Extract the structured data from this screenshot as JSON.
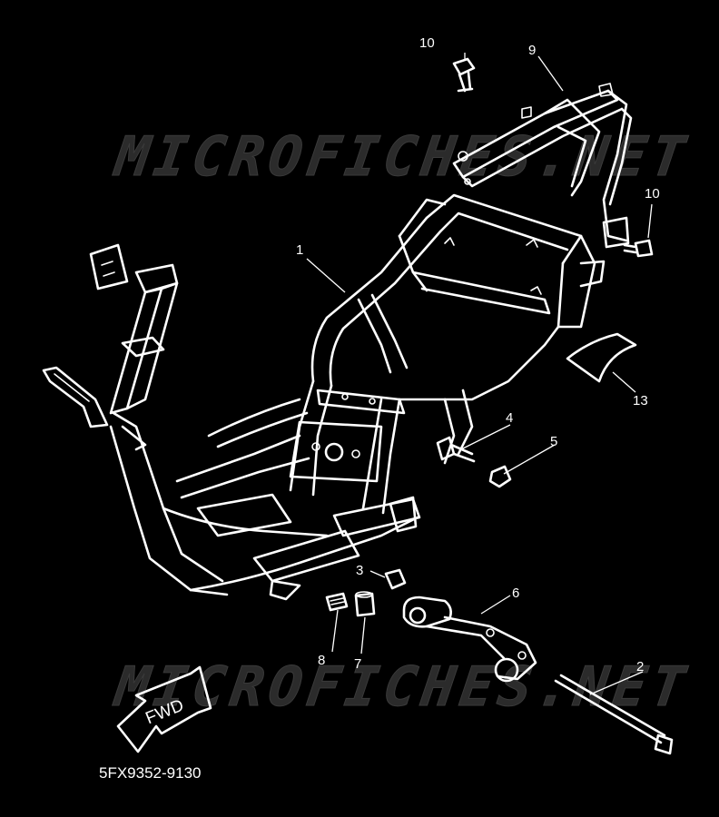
{
  "watermark": {
    "top": "MICROFICHES.NET",
    "bottom": "MICROFICHES.NET"
  },
  "callouts": {
    "c1": "1",
    "c2": "2",
    "c3": "3",
    "c4": "4",
    "c5": "5",
    "c6": "6",
    "c7": "7",
    "c8": "8",
    "c9": "9",
    "c10a": "10",
    "c10b": "10",
    "c13": "13"
  },
  "direction_label": "FWD",
  "diagram_code": "5FX9352-9130"
}
